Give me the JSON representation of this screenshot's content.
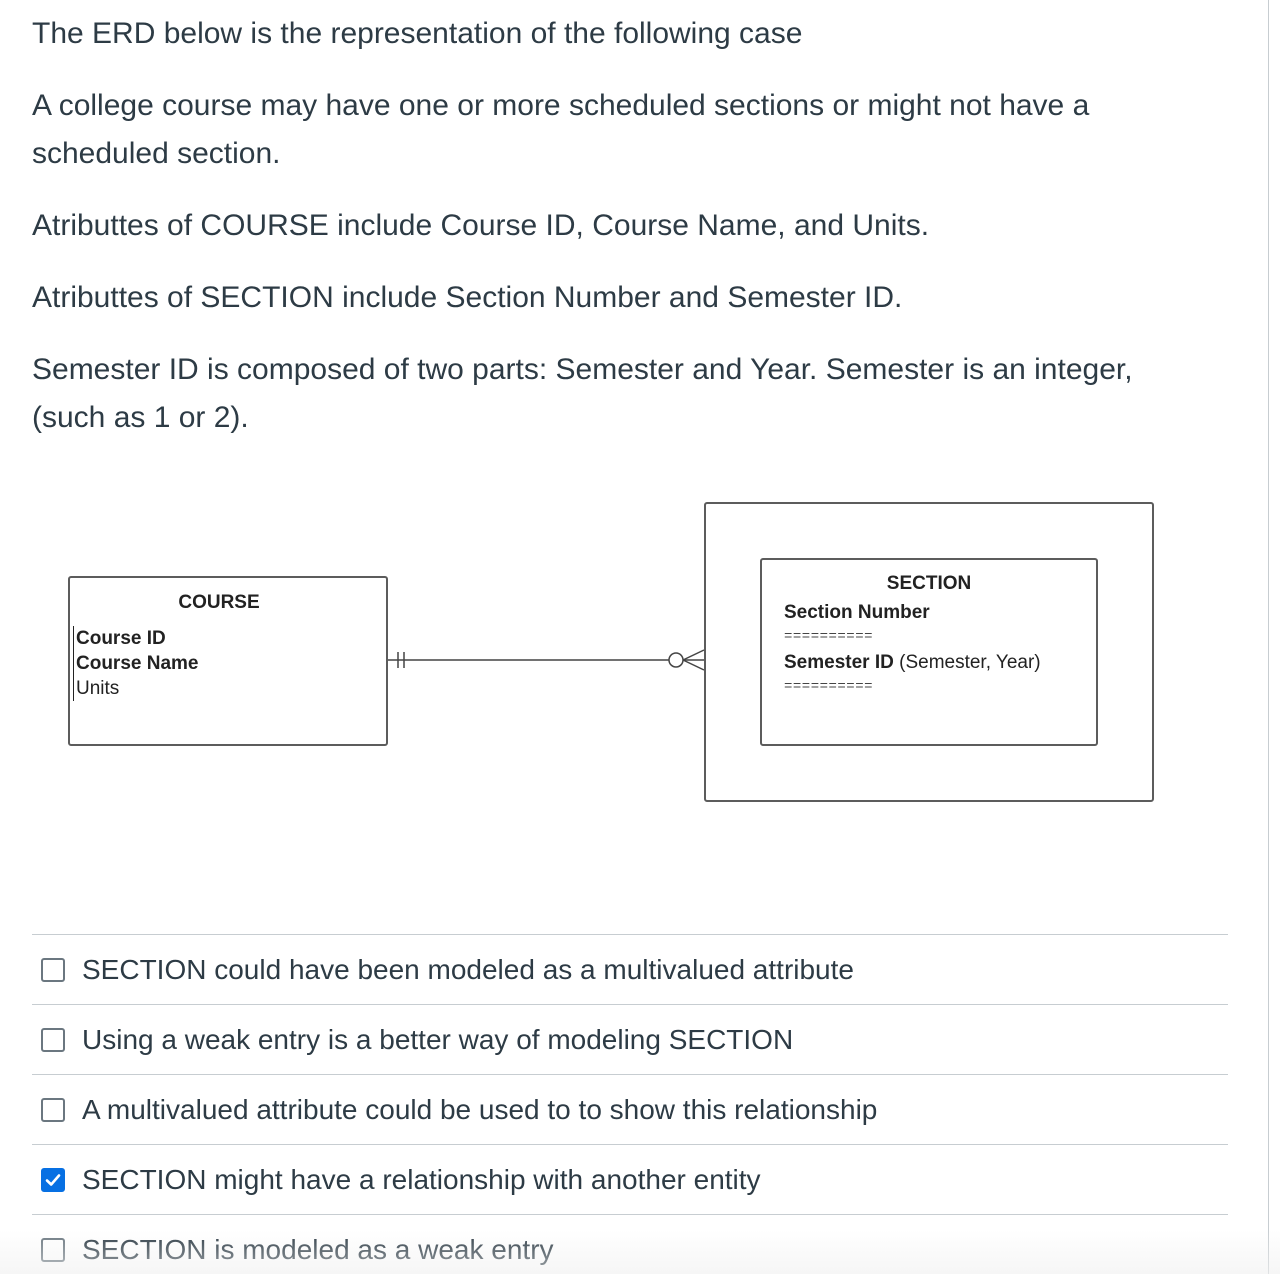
{
  "question": {
    "paragraphs": [
      "The ERD below is the representation of the following case",
      "A college course may have one or more scheduled sections or might not have a scheduled section.",
      "Atributtes of COURSE include Course ID, Course Name, and Units.",
      "Atributtes of SECTION include Section Number and Semester ID.",
      "Semester ID is composed of two parts: Semester and Year. Semester is an integer, (such as 1 or 2)."
    ],
    "paragraph_lines": [
      [
        "The ERD below is the representation of the following case"
      ],
      [
        "A college course may have one or more scheduled sections or might not have a",
        "scheduled section."
      ],
      [
        "Atributtes of COURSE include Course ID, Course Name, and Units."
      ],
      [
        "Atributtes of SECTION include Section Number and Semester ID."
      ],
      [
        "Semester ID is composed of two parts: Semester and Year. Semester is an integer,",
        "(such as 1 or 2)."
      ]
    ]
  },
  "erd": {
    "course": {
      "title": "COURSE",
      "attributes": [
        "Course ID",
        "Course Name",
        "Units"
      ]
    },
    "section": {
      "title": "SECTION",
      "section_number": "Section Number",
      "separator": "==========",
      "semester_id_label": "Semester ID",
      "semester_id_parts": " (Semester, Year)"
    }
  },
  "options": [
    {
      "label": "SECTION could have been modeled as a multivalued attribute",
      "checked": false
    },
    {
      "label": "Using a weak entry is a better way of modeling SECTION",
      "checked": false
    },
    {
      "label": "A multivalued attribute could be used to to show this relationship",
      "checked": false
    },
    {
      "label": "SECTION might have a relationship with another entity",
      "checked": true
    },
    {
      "label": "SECTION is modeled as a weak entry",
      "checked": false
    }
  ],
  "colors": {
    "text": "#2d3b45",
    "checkbox_checked": "#0770e3",
    "divider": "#c7cdd1"
  }
}
